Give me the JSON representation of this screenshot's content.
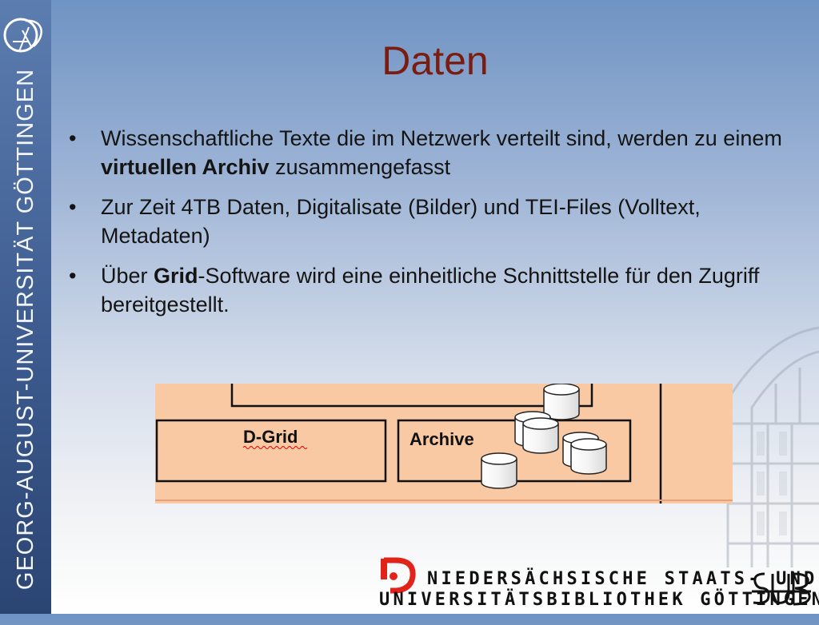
{
  "slide": {
    "title": "Daten",
    "bullets": [
      {
        "parts": [
          {
            "text": "Wissenschaftliche Texte die im Netzwerk verteilt sind, werden zu einem ",
            "bold": false
          },
          {
            "text": "virtuellen Archiv",
            "bold": true
          },
          {
            "text": " zusammengefasst",
            "bold": false
          }
        ]
      },
      {
        "parts": [
          {
            "text": "Zur Zeit 4TB Daten, Digitalisate (Bilder) und TEI-Files (Volltext, Metadaten)",
            "bold": false
          }
        ]
      },
      {
        "parts": [
          {
            "text": "Über ",
            "bold": false
          },
          {
            "text": "Grid",
            "bold": true
          },
          {
            "text": "-Software wird eine einheitliche Schnittstelle für den Zugriff bereitgestellt.",
            "bold": false
          }
        ]
      }
    ],
    "bullet_symbol": "•"
  },
  "sidebar": {
    "university": "GEORG-AUGUST-UNIVERSITÄT   GÖTTINGEN"
  },
  "diagram": {
    "box_left_label": "D-Grid",
    "box_right_label": "Archive",
    "fill_color": "#f9c9a4",
    "cylinder_count": 6
  },
  "footer": {
    "library_line1": "NIEDERSÄCHSISCHE STAATS- UND",
    "library_line2": "UNIVERSITÄTSBIBLIOTHEK GÖTTINGEN",
    "brand_color": "#e2231a"
  },
  "colors": {
    "title": "#7a1d10",
    "text": "#141414",
    "band": "#3d5b8f"
  }
}
